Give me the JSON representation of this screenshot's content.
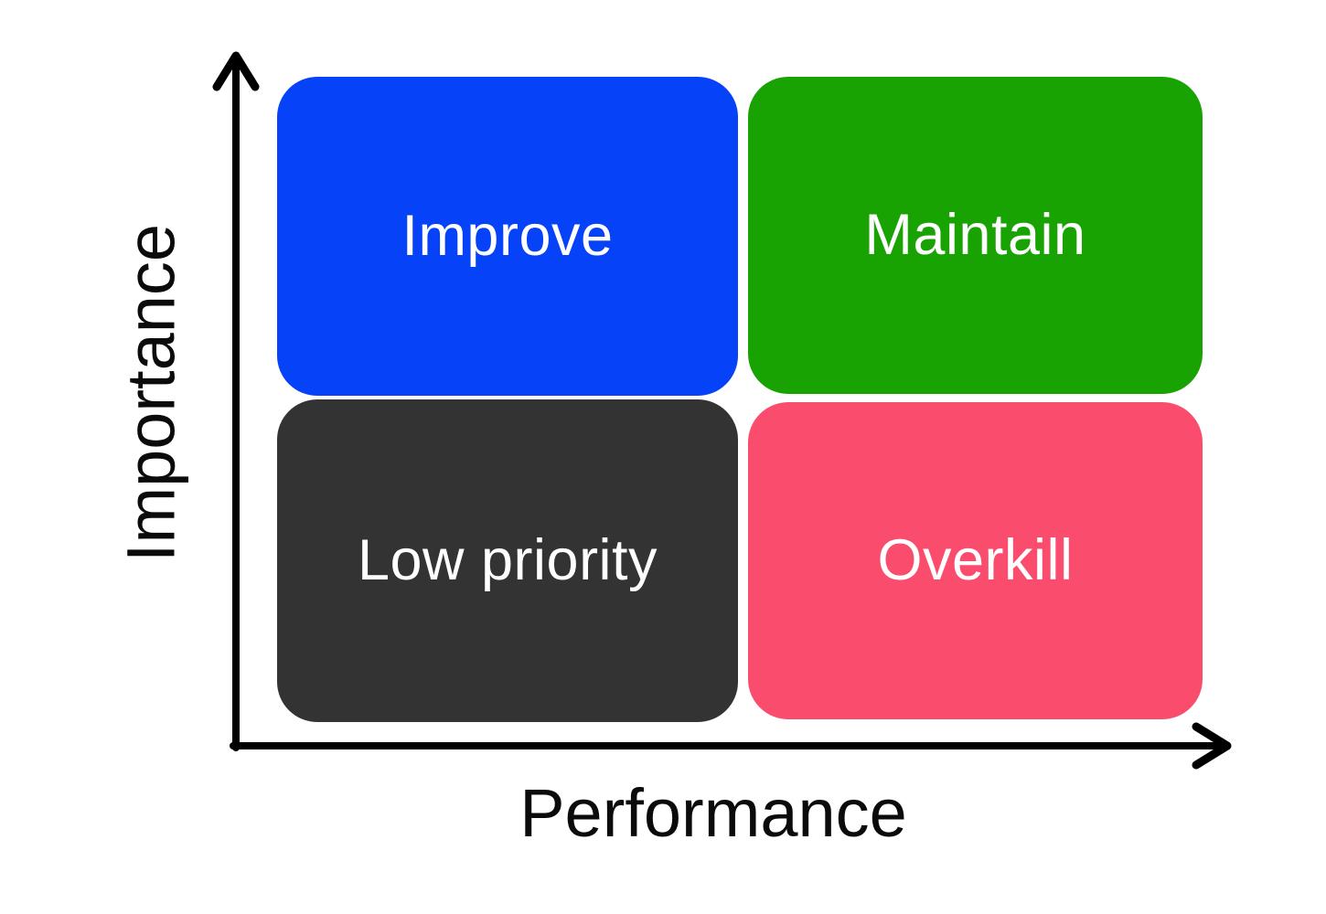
{
  "diagram": {
    "type": "quadrant-matrix",
    "x_axis_label": "Performance",
    "y_axis_label": "Importance",
    "axis_color": "#000000",
    "background_color": "#ffffff",
    "label_text_color": "#ffffff",
    "quadrants": [
      {
        "position": "top-left",
        "label": "Improve",
        "color": "#0642f7"
      },
      {
        "position": "top-right",
        "label": "Maintain",
        "color": "#18a303"
      },
      {
        "position": "bottom-left",
        "label": "Low priority",
        "color": "#333333"
      },
      {
        "position": "bottom-right",
        "label": "Overkill",
        "color": "#fa4d6e"
      }
    ]
  }
}
